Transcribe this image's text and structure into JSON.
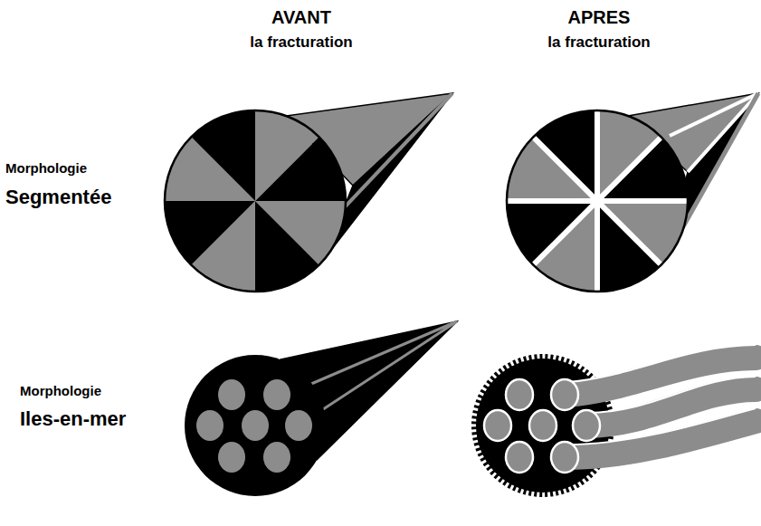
{
  "diagram": {
    "labels": [
      "AVANT",
      "la fracturation",
      "APRES",
      "la fracturation",
      "Morphologie",
      "Segmentée",
      "Morphologie",
      "Iles-en-mer"
    ]
  }
}
